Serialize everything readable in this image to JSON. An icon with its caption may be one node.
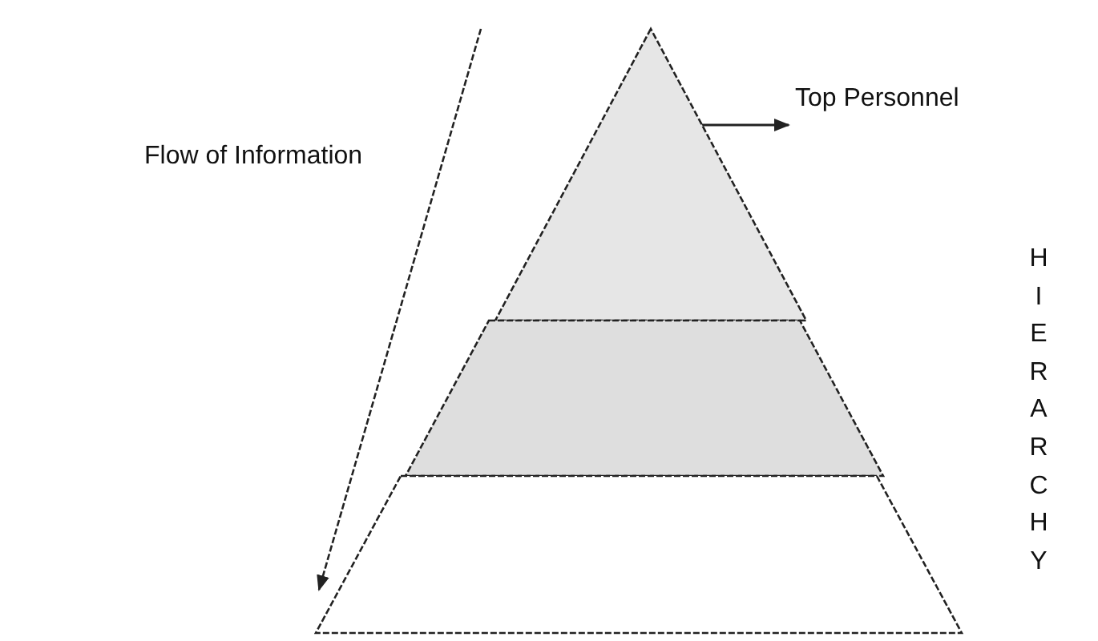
{
  "diagram": {
    "nodes": [
      {
        "text": [],
        "shape": "triangle"
      },
      {
        "text": [],
        "shape": "trapezoid"
      },
      {
        "text": [],
        "shape": "trapezoid"
      },
      {
        "text": [
          "Top Personnel"
        ]
      }
    ],
    "edges": [
      {
        "from": 0,
        "to": 3,
        "arrow": "to"
      }
    ],
    "labels": [
      "Flow of Information",
      "HIERARCHY"
    ]
  }
}
